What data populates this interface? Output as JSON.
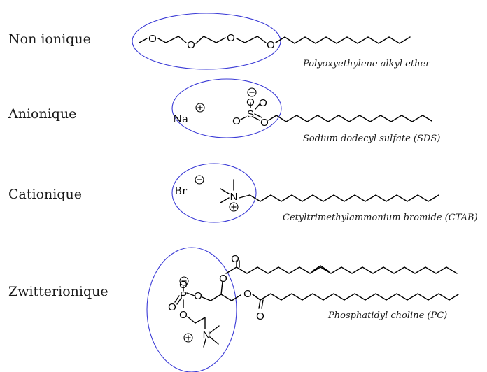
{
  "rows": [
    {
      "class_label": "Non ionique",
      "compound": "Polyoxyethylene alkyl ether"
    },
    {
      "class_label": "Anionique",
      "compound": "Sodium dodecyl sulfate (SDS)"
    },
    {
      "class_label": "Cationique",
      "compound": "Cetyltrimethylammonium bromide (CTAB)"
    },
    {
      "class_label": "Zwitterionique",
      "compound": "Phosphatidyl choline (PC)"
    }
  ],
  "atoms": {
    "oxygen": "O",
    "sulfur": "S",
    "nitrogen": "N",
    "phosphorus": "P",
    "sodium": "Na",
    "bromine": "Br"
  },
  "colors": {
    "headgroup_outline": "#3a3ad6",
    "bond": "#000000"
  }
}
